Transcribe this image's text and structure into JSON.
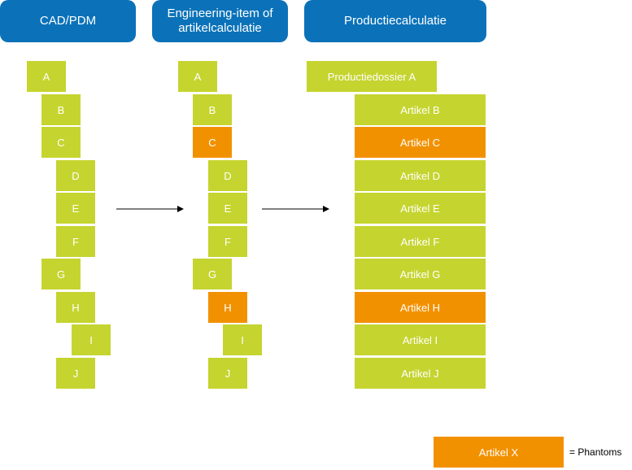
{
  "headers": {
    "cad": "CAD/PDM",
    "engineering": "Engineering-item of artikelcalculatie",
    "production": "Productiecalculatie"
  },
  "cad_items": [
    "A",
    "B",
    "C",
    "D",
    "E",
    "F",
    "G",
    "H",
    "I",
    "J"
  ],
  "eng_items": [
    "A",
    "B",
    "C",
    "D",
    "E",
    "F",
    "G",
    "H",
    "I",
    "J"
  ],
  "prod_dossier": "Productiedossier A",
  "prod_items": [
    "Artikel B",
    "Artikel C",
    "Artikel D",
    "Artikel E",
    "Artikel F",
    "Artikel G",
    "Artikel H",
    "Artikel I",
    "Artikel J"
  ],
  "legend": {
    "box_label": "Artikel X",
    "meaning": "= Phantoms"
  },
  "colors": {
    "header": "#0b72b9",
    "item": "#c5d42f",
    "phantom": "#f29100"
  },
  "phantoms": [
    "C",
    "H"
  ]
}
